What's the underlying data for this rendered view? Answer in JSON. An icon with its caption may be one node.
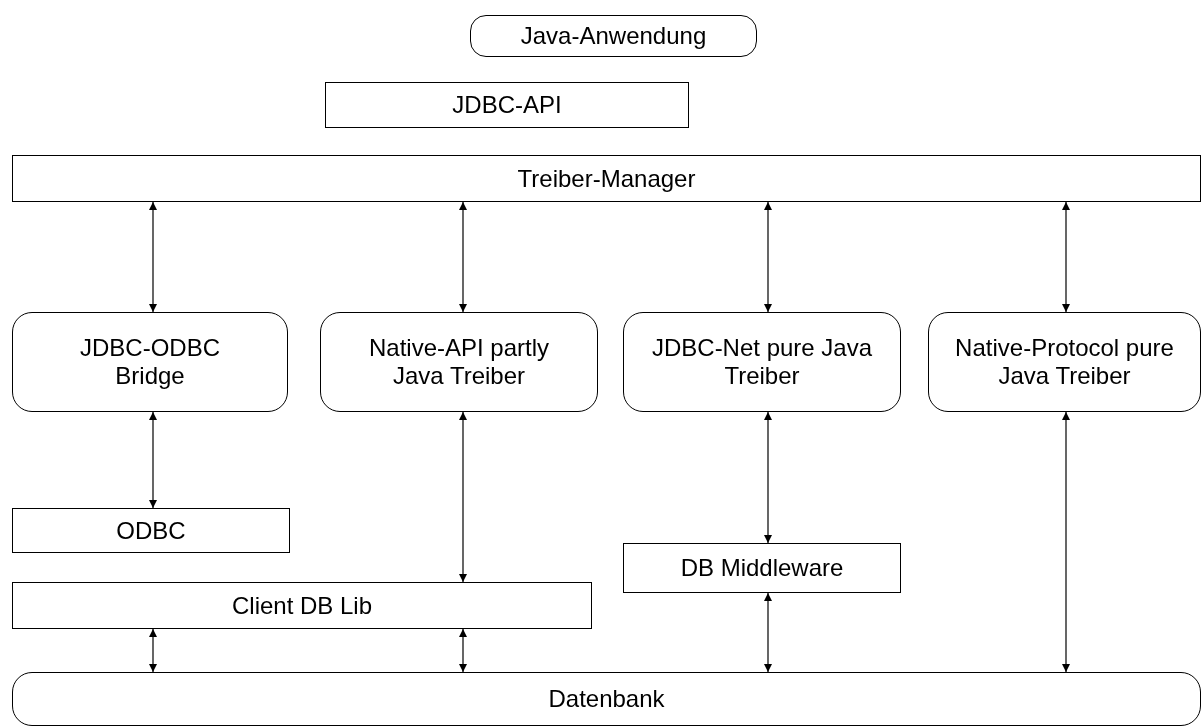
{
  "diagram": {
    "nodes": [
      {
        "text": [
          "Java-Anwendung"
        ]
      },
      {
        "text": [
          "JDBC-API"
        ]
      },
      {
        "text": [
          "Treiber-Manager"
        ]
      },
      {
        "text": [
          "JDBC-ODBC Bridge"
        ]
      },
      {
        "text": [
          "Native-API partly Java Treiber"
        ]
      },
      {
        "text": [
          "JDBC-Net pure Java Treiber"
        ]
      },
      {
        "text": [
          "Native-Protocol pure Java Treiber"
        ]
      },
      {
        "text": [
          "ODBC"
        ]
      },
      {
        "text": [
          "DB Middleware"
        ]
      },
      {
        "text": [
          "Client DB Lib"
        ]
      },
      {
        "text": [
          "Datenbank"
        ]
      }
    ],
    "edges": [
      {
        "from": 2,
        "to": 3,
        "arrow": "both"
      },
      {
        "from": 2,
        "to": 4,
        "arrow": "both"
      },
      {
        "from": 2,
        "to": 5,
        "arrow": "both"
      },
      {
        "from": 2,
        "to": 6,
        "arrow": "both"
      },
      {
        "from": 3,
        "to": 7,
        "arrow": "both"
      },
      {
        "from": 4,
        "to": 9,
        "arrow": "both"
      },
      {
        "from": 5,
        "to": 8,
        "arrow": "both"
      },
      {
        "from": 9,
        "to": 10,
        "arrow": "both"
      },
      {
        "from": 9,
        "to": 10,
        "arrow": "both"
      },
      {
        "from": 8,
        "to": 10,
        "arrow": "both"
      },
      {
        "from": 6,
        "to": 10,
        "arrow": "both"
      }
    ]
  }
}
